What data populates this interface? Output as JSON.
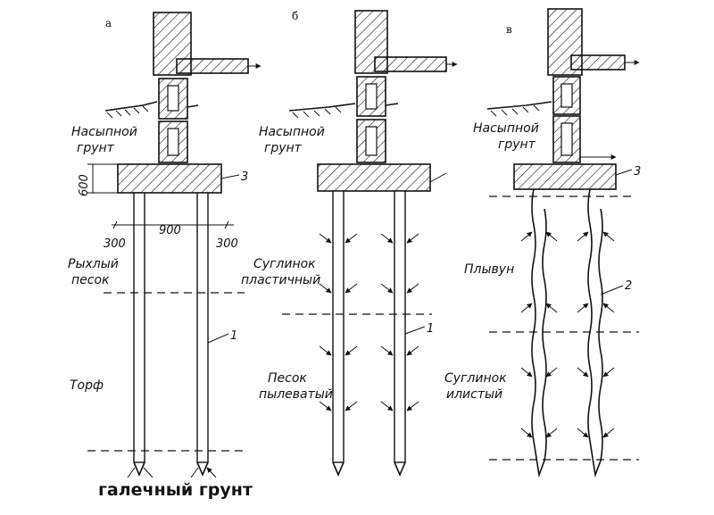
{
  "panels": {
    "a": {
      "letter": "а",
      "fill_label": [
        "Насыпной",
        "грунт"
      ],
      "layer1": [
        "Рыхлый",
        "песок"
      ],
      "layer2": [
        "Торф"
      ],
      "callout_grillage": "3",
      "callout_pile": "1",
      "dims": {
        "height": "600",
        "left": "300",
        "middle": "900",
        "right": "300"
      }
    },
    "b": {
      "letter": "б",
      "fill_label": [
        "Насыпной",
        "грунт"
      ],
      "layer1": [
        "Суглинок",
        "пластичный"
      ],
      "layer2": [
        "Песок",
        "пылеватый"
      ],
      "callout_pile": "1"
    },
    "c": {
      "letter": "в",
      "fill_label": [
        "Насыпной",
        "грунт"
      ],
      "layer1": [
        "Плывун"
      ],
      "layer2": [
        "Суглинок",
        "илистый"
      ],
      "callout_grillage": "3",
      "callout_pile": "2"
    }
  },
  "caption": "галечный грунт"
}
